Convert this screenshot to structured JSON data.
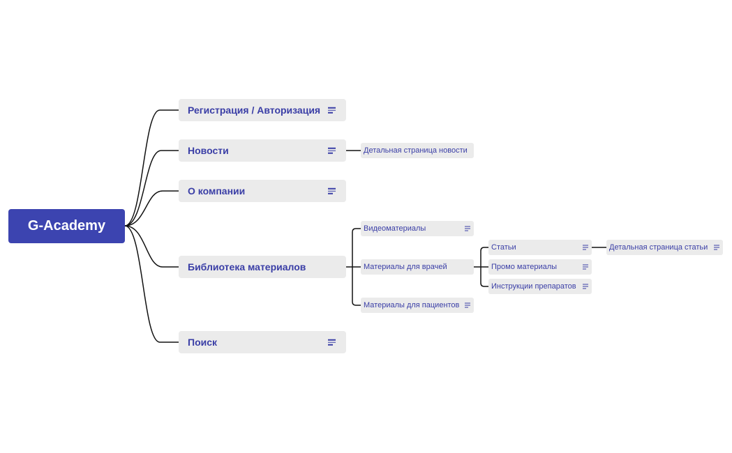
{
  "root": {
    "label": "G-Academy"
  },
  "branches": [
    {
      "label": "Регистрация / Авторизация"
    },
    {
      "label": "Новости",
      "child": "Детальная страница новости"
    },
    {
      "label": "О компании"
    },
    {
      "label": "Библиотека материалов",
      "children": [
        {
          "label": "Видеоматериалы"
        },
        {
          "label": "Материалы для врачей",
          "children": [
            {
              "label": "Статьи",
              "child": "Детальная страница статьи"
            },
            {
              "label": "Промо материалы"
            },
            {
              "label": "Инструкции препаратов"
            }
          ]
        },
        {
          "label": "Материалы для пациентов"
        }
      ]
    },
    {
      "label": "Поиск"
    }
  ],
  "colors": {
    "root_fill": "#3c44b0",
    "node_fill": "#ebebeb",
    "text": "#3a3ea6",
    "connector": "#111111"
  },
  "icons": {
    "note": "notes-lines-icon"
  }
}
